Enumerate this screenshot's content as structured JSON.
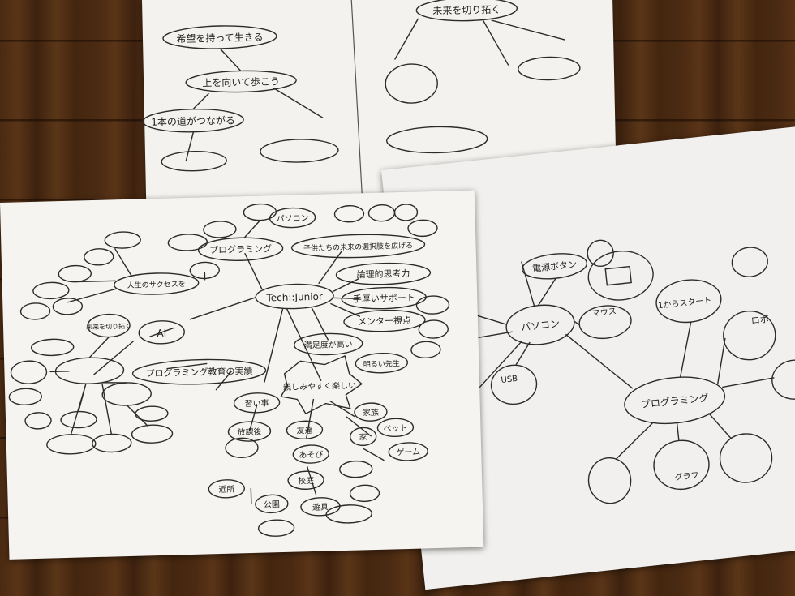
{
  "photo": {
    "subject": "",
    "main_sheet": {
      "center_label": "Tech::Junior",
      "nodes": [
        {
          "label": "論理的思考力"
        },
        {
          "label": "手厚いサポート"
        },
        {
          "label": "メンター視点"
        },
        {
          "label": "プログラミング教育の実績"
        },
        {
          "label": "プログラミング"
        },
        {
          "label": "パソコン"
        },
        {
          "label": "習い事"
        },
        {
          "label": "放課後"
        },
        {
          "label": "親しみやすく楽しい"
        },
        {
          "label": "友達"
        },
        {
          "label": "あそび"
        },
        {
          "label": "校庭"
        },
        {
          "label": "遊具"
        },
        {
          "label": "近所"
        },
        {
          "label": "公園"
        },
        {
          "label": "家"
        },
        {
          "label": "ゲーム"
        },
        {
          "label": "ペット"
        },
        {
          "label": "家族"
        },
        {
          "label": "明るい先生"
        },
        {
          "label": "満足度が高い"
        },
        {
          "label": "AI"
        },
        {
          "label": "未来を切り拓く"
        },
        {
          "label": "人生のサクセスを"
        },
        {
          "label": "子供たちの未来の選択肢を広げる"
        }
      ]
    },
    "top_sheet": {
      "nodes": [
        {
          "label": "希望を持って生きる"
        },
        {
          "label": "上を向いて歩こう"
        },
        {
          "label": "1本の道がつながる"
        },
        {
          "label": "未来を切り拓く"
        }
      ]
    },
    "right_sheet": {
      "nodes": [
        {
          "label": "パソコン"
        },
        {
          "label": "プログラミング"
        },
        {
          "label": "電源ボタン"
        },
        {
          "label": "マウス"
        },
        {
          "label": "USB"
        },
        {
          "label": "1からスタート"
        },
        {
          "label": "ロボ"
        },
        {
          "label": "グラフ"
        }
      ]
    }
  }
}
